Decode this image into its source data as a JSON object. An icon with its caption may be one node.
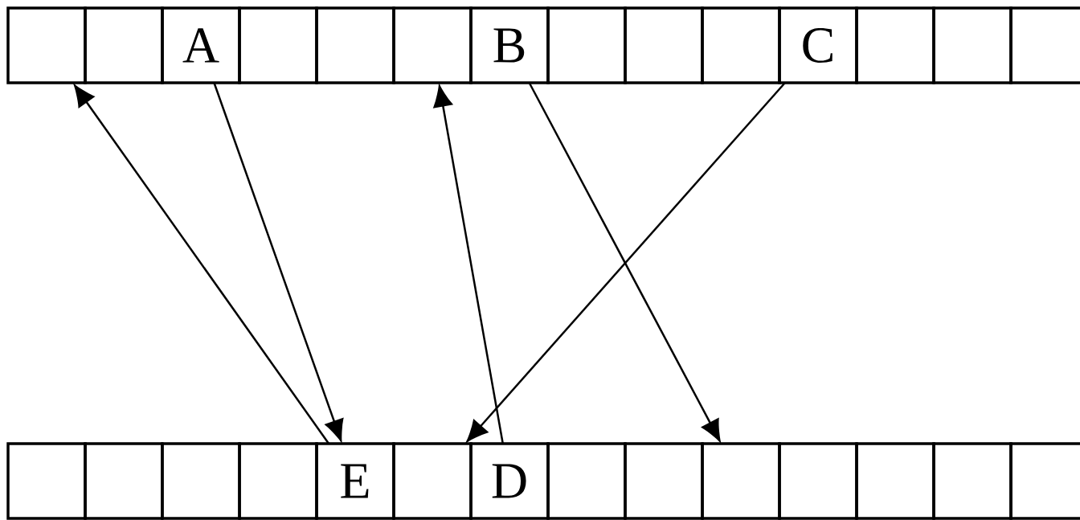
{
  "diagram": {
    "nodes": [
      {
        "text": [],
        "shape": "box"
      },
      {
        "text": [],
        "shape": "box"
      },
      {
        "text": [
          "A"
        ]
      },
      {
        "text": [],
        "shape": "box"
      },
      {
        "text": [],
        "shape": "box"
      },
      {
        "text": [],
        "shape": "box"
      },
      {
        "text": [
          "B"
        ]
      },
      {
        "text": [],
        "shape": "box"
      },
      {
        "text": [],
        "shape": "box"
      },
      {
        "text": [],
        "shape": "box"
      },
      {
        "text": [
          "C"
        ]
      },
      {
        "text": [],
        "shape": "box"
      },
      {
        "text": [],
        "shape": "box"
      },
      {
        "text": [],
        "shape": "box"
      },
      {
        "text": [],
        "shape": "box"
      },
      {
        "text": [],
        "shape": "box"
      },
      {
        "text": [],
        "shape": "box"
      },
      {
        "text": [],
        "shape": "box"
      },
      {
        "text": [
          "E"
        ]
      },
      {
        "text": [],
        "shape": "box"
      },
      {
        "text": [
          "D"
        ]
      },
      {
        "text": [],
        "shape": "box"
      },
      {
        "text": [],
        "shape": "box"
      },
      {
        "text": [],
        "shape": "box"
      },
      {
        "text": [],
        "shape": "box"
      },
      {
        "text": [],
        "shape": "box"
      },
      {
        "text": [],
        "shape": "box"
      },
      {
        "text": [],
        "shape": "box"
      }
    ],
    "edges": [
      {
        "from": 18,
        "to": 0,
        "arrow": "to"
      },
      {
        "from": 2,
        "to": 18,
        "arrow": "to"
      },
      {
        "from": 20,
        "to": 5,
        "arrow": "to"
      },
      {
        "from": 6,
        "to": 23,
        "arrow": "to"
      },
      {
        "from": 10,
        "to": 19,
        "arrow": "to"
      }
    ]
  }
}
